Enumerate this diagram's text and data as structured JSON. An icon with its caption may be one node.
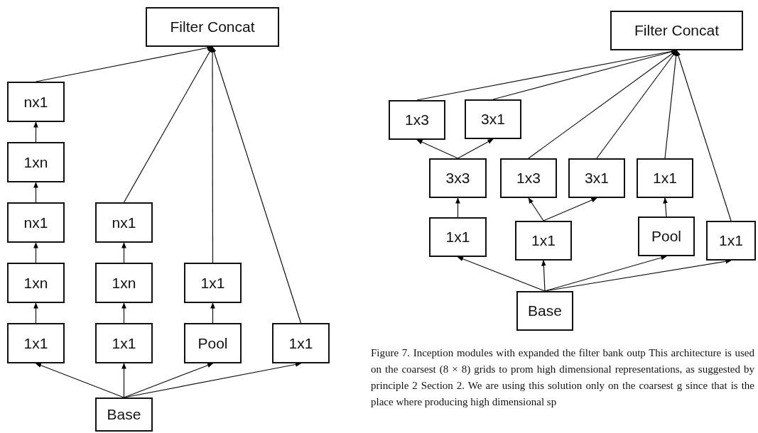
{
  "diagram": {
    "caption": "Figure 7. Inception modules with expanded the filter bank outp This architecture is used on the coarsest (8 × 8) grids to prom high dimensional representations, as suggested by principle 2 Section 2. We are using this solution only on the coarsest g since that is the place where producing high dimensional sp",
    "nodes": [
      {
        "text": [
          "Filter Concat"
        ]
      },
      {
        "text": [
          "nx1"
        ]
      },
      {
        "text": [
          "1xn"
        ]
      },
      {
        "text": [
          "nx1"
        ]
      },
      {
        "text": [
          "1xn"
        ]
      },
      {
        "text": [
          "1x1"
        ]
      },
      {
        "text": [
          "nx1"
        ]
      },
      {
        "text": [
          "1xn"
        ]
      },
      {
        "text": [
          "1x1"
        ]
      },
      {
        "text": [
          "1x1"
        ]
      },
      {
        "text": [
          "Pool"
        ]
      },
      {
        "text": [
          "1x1"
        ]
      },
      {
        "text": [
          "Base"
        ]
      },
      {
        "text": [
          "Filter Concat"
        ]
      },
      {
        "text": [
          "1x3"
        ]
      },
      {
        "text": [
          "3x1"
        ]
      },
      {
        "text": [
          "3x3"
        ]
      },
      {
        "text": [
          "1x3"
        ]
      },
      {
        "text": [
          "3x1"
        ]
      },
      {
        "text": [
          "1x1"
        ]
      },
      {
        "text": [
          "1x1"
        ]
      },
      {
        "text": [
          "1x1"
        ]
      },
      {
        "text": [
          "Pool"
        ]
      },
      {
        "text": [
          "1x1"
        ]
      },
      {
        "text": [
          "Base"
        ]
      }
    ],
    "edges": [
      {
        "from": 1,
        "to": 0,
        "arrow": "to"
      },
      {
        "from": 6,
        "to": 0,
        "arrow": "to"
      },
      {
        "from": 9,
        "to": 0,
        "arrow": "to"
      },
      {
        "from": 11,
        "to": 0,
        "arrow": "to"
      },
      {
        "from": 2,
        "to": 1,
        "arrow": "to"
      },
      {
        "from": 3,
        "to": 2,
        "arrow": "to"
      },
      {
        "from": 4,
        "to": 3,
        "arrow": "to"
      },
      {
        "from": 5,
        "to": 4,
        "arrow": "to"
      },
      {
        "from": 7,
        "to": 6,
        "arrow": "to"
      },
      {
        "from": 8,
        "to": 7,
        "arrow": "to"
      },
      {
        "from": 10,
        "to": 9,
        "arrow": "to"
      },
      {
        "from": 12,
        "to": 5,
        "arrow": "to"
      },
      {
        "from": 12,
        "to": 8,
        "arrow": "to"
      },
      {
        "from": 12,
        "to": 10,
        "arrow": "to"
      },
      {
        "from": 12,
        "to": 11,
        "arrow": "to"
      },
      {
        "from": 14,
        "to": 13,
        "arrow": "to"
      },
      {
        "from": 15,
        "to": 13,
        "arrow": "to"
      },
      {
        "from": 17,
        "to": 13,
        "arrow": "to"
      },
      {
        "from": 18,
        "to": 13,
        "arrow": "to"
      },
      {
        "from": 19,
        "to": 13,
        "arrow": "to"
      },
      {
        "from": 23,
        "to": 13,
        "arrow": "to"
      },
      {
        "from": 16,
        "to": 14,
        "arrow": "to"
      },
      {
        "from": 16,
        "to": 15,
        "arrow": "to"
      },
      {
        "from": 20,
        "to": 16,
        "arrow": "to"
      },
      {
        "from": 21,
        "to": 17,
        "arrow": "to"
      },
      {
        "from": 21,
        "to": 18,
        "arrow": "to"
      },
      {
        "from": 22,
        "to": 19,
        "arrow": "to"
      },
      {
        "from": 24,
        "to": 20,
        "arrow": "to"
      },
      {
        "from": 24,
        "to": 21,
        "arrow": "to"
      },
      {
        "from": 24,
        "to": 22,
        "arrow": "to"
      },
      {
        "from": 24,
        "to": 23,
        "arrow": "to"
      }
    ]
  }
}
